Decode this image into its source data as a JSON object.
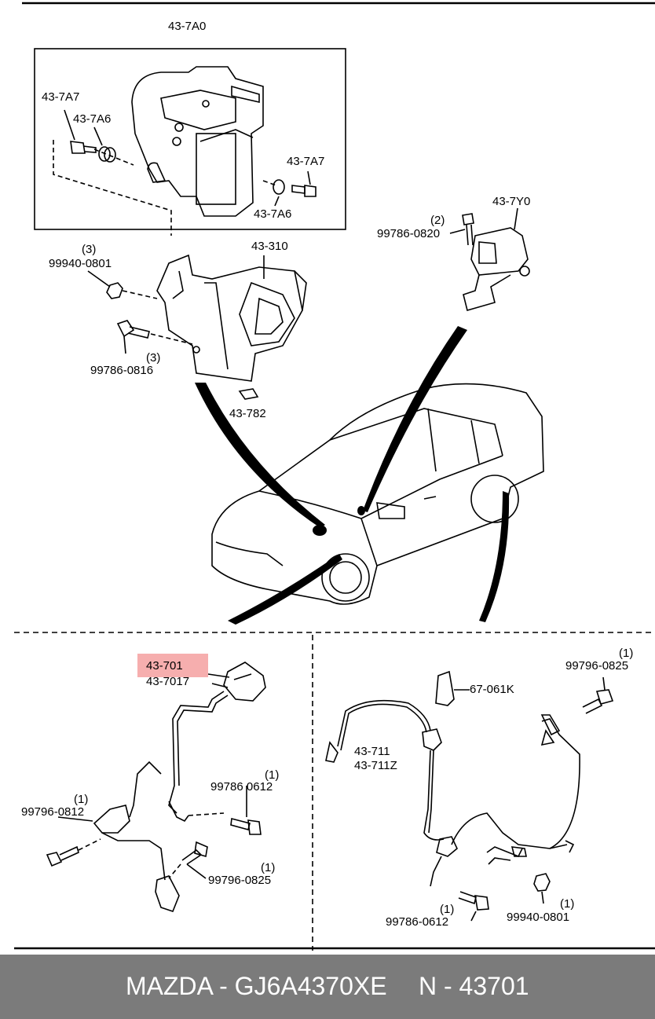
{
  "labels": {
    "hu_assy": "43-7A0",
    "bolt_a7_left": "43-7A7",
    "bush_a6_left": "43-7A6",
    "bolt_a7_right": "43-7A7",
    "bush_a6_right": "43-7A6",
    "yaw_sensor": "43-7Y0",
    "yaw_bolt_qty": "(2)",
    "yaw_bolt": "99786-0820",
    "nut_qty": "(3)",
    "nut": "99940-0801",
    "bracket": "43-310",
    "bracket_bolt": "99786-0816",
    "bracket_bolt_qty": "(3)",
    "clip": "43-782",
    "front_sensor": "43-701",
    "front_sensor_alt": "43-7017",
    "fl_bolt_qty": "(1)",
    "fl_bolt": "99796-0812",
    "fr_bolt_qty": "(1)",
    "fr_bolt": "99786 0612",
    "fs_bolt_qty": "(1)",
    "fs_bolt": "99796-0825",
    "rear_sensor": "43-711",
    "rear_sensor_alt": "43-711Z",
    "grommet": "67-061K",
    "rr_bolt_qty": "(1)",
    "rr_bolt": "99796-0825",
    "rl_bolt_qty": "(1)",
    "rl_bolt": "99786-0612",
    "rnut_qty": "(1)",
    "rnut": "99940-0801"
  },
  "footer": {
    "brand_part": "MAZDA - GJ6A4370XE",
    "ref_number": "N - 43701"
  },
  "colors": {
    "highlight": "#f4a0a0",
    "footer_bg": "#7b7b7b",
    "footer_text": "#ffffff"
  }
}
